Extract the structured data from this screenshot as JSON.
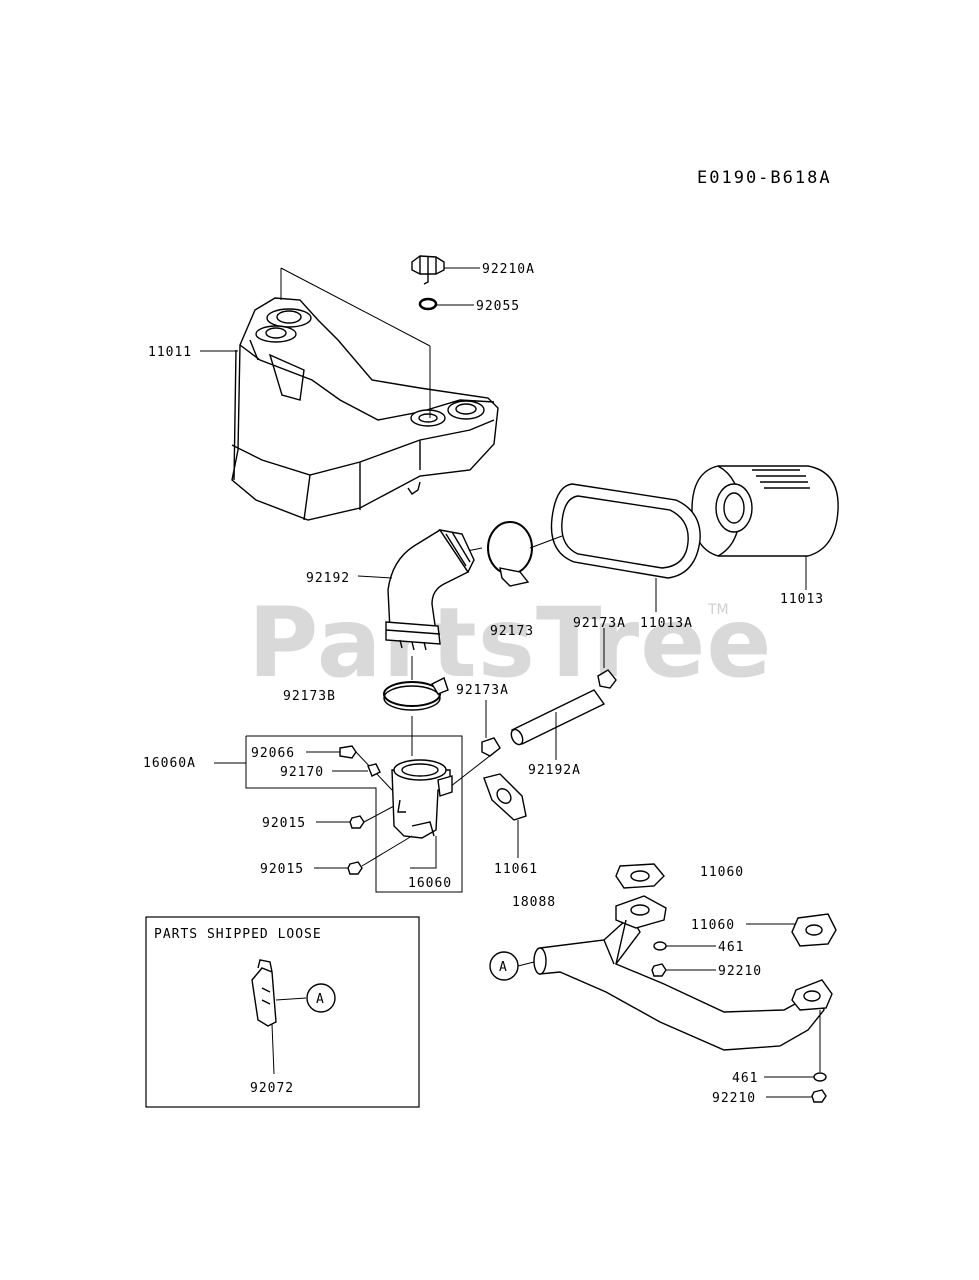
{
  "diagram_code": "E0190-B618A",
  "watermark": {
    "text": "PartsTree",
    "tm": "TM"
  },
  "parts_box_title": "PARTS SHIPPED LOOSE",
  "callout_letter": "A",
  "labels": {
    "p92210A": "92210A",
    "p92055": "92055",
    "p11011": "11011",
    "p11013": "11013",
    "p11013A": "11013A",
    "p92192": "92192",
    "p92173": "92173",
    "p92173A_top": "92173A",
    "p92173B": "92173B",
    "p92173A_mid": "92173A",
    "p92192A": "92192A",
    "p16060A": "16060A",
    "p92066": "92066",
    "p92170": "92170",
    "p92015_a": "92015",
    "p92015_b": "92015",
    "p16060": "16060",
    "p11061": "11061",
    "p11060_top": "11060",
    "p18088": "18088",
    "p11060_mid": "11060",
    "p461_a": "461",
    "p92210_a": "92210",
    "p461_b": "461",
    "p92210_b": "92210",
    "p92072": "92072"
  }
}
